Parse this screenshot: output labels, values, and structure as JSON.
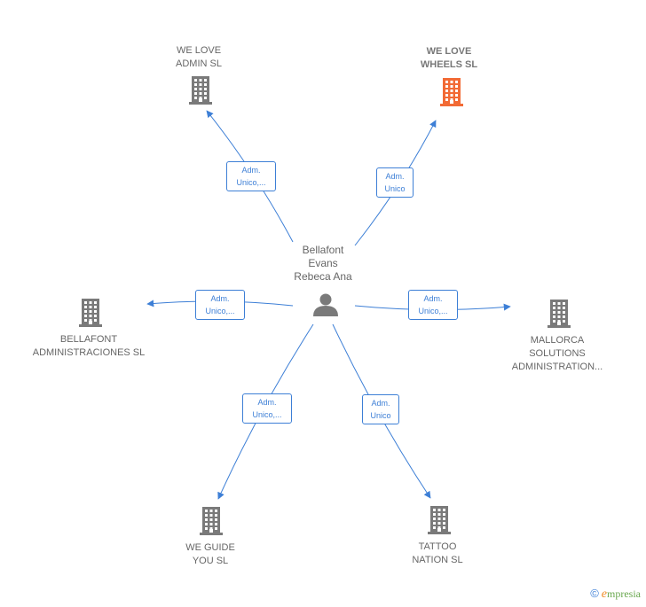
{
  "center": {
    "lines": [
      "Bellafont",
      "Evans",
      "Rebeca Ana"
    ]
  },
  "companies": [
    {
      "id": "we-love-admin",
      "lines": [
        "WE LOVE",
        "ADMIN  SL"
      ],
      "highlight": false
    },
    {
      "id": "we-love-wheels",
      "lines": [
        "WE LOVE",
        "WHEELS  SL"
      ],
      "highlight": true
    },
    {
      "id": "bellafont-administraciones",
      "lines": [
        "BELLAFONT",
        "ADMINISTRACIONES SL"
      ],
      "highlight": false
    },
    {
      "id": "mallorca-solutions",
      "lines": [
        "MALLORCA",
        "SOLUTIONS",
        "ADMINISTRATION..."
      ],
      "highlight": false
    },
    {
      "id": "we-guide-you",
      "lines": [
        "WE GUIDE",
        "YOU  SL"
      ],
      "highlight": false
    },
    {
      "id": "tattoo-nation",
      "lines": [
        "TATTOO",
        "NATION  SL"
      ],
      "highlight": false
    }
  ],
  "roles": [
    {
      "target": "we-love-admin",
      "lines": [
        "Adm.",
        "Unico,..."
      ]
    },
    {
      "target": "we-love-wheels",
      "lines": [
        "Adm.",
        "Unico"
      ]
    },
    {
      "target": "bellafont-administraciones",
      "lines": [
        "Adm.",
        "Unico,..."
      ]
    },
    {
      "target": "mallorca-solutions",
      "lines": [
        "Adm.",
        "Unico,..."
      ]
    },
    {
      "target": "we-guide-you",
      "lines": [
        "Adm.",
        "Unico,..."
      ]
    },
    {
      "target": "tattoo-nation",
      "lines": [
        "Adm.",
        "Unico"
      ]
    }
  ],
  "colors": {
    "edge": "#3d7fd6",
    "building": "#7a7a7a",
    "building_highlight": "#f26a35",
    "person": "#7a7a7a"
  },
  "icons": {
    "company": "building-icon",
    "person": "person-icon"
  },
  "watermark": {
    "symbol": "©",
    "brand_initial": "e",
    "brand_rest": "mpresia"
  }
}
